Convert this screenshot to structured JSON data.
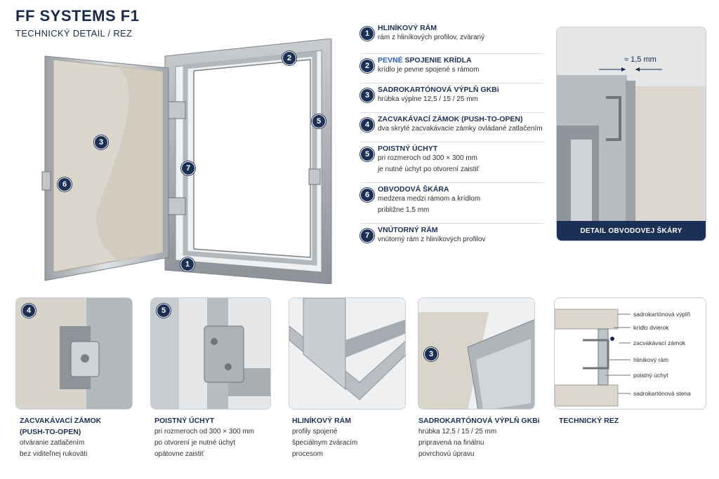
{
  "header": {
    "brand": "FF SYSTEMS",
    "model": "F1",
    "subtitle": "TECHNICKÝ DETAIL / REZ"
  },
  "legend": [
    {
      "num": "1",
      "title": "HLINÍKOVÝ RÁM",
      "title_accent": "",
      "desc": [
        "rám z hliníkových profilov, zváraný"
      ]
    },
    {
      "num": "2",
      "title": "SPOJENIE KRÍDLA",
      "title_accent": "PEVNÉ",
      "desc": [
        "krídlo je pevne spojené s rámom"
      ]
    },
    {
      "num": "3",
      "title": "SADROKARTÓNOVÁ VÝPLŇ GKBi",
      "title_accent": "",
      "desc": [
        "hrúbka výplne 12,5 / 15 / 25 mm"
      ]
    },
    {
      "num": "4",
      "title": "ZACVAKÁVACÍ ZÁMOK (PUSH-TO-OPEN)",
      "title_accent": "",
      "desc": [
        "dva skryté zacvakávacie zámky ovládané zatlačením"
      ]
    },
    {
      "num": "5",
      "title": "POISTNÝ ÚCHYT",
      "title_accent": "",
      "desc": [
        "pri rozmeroch od 300 × 300 mm",
        "je nutné úchyt po otvorení zaistiť"
      ]
    },
    {
      "num": "6",
      "title": "OBVODOVÁ ŠKÁRA",
      "title_accent": "",
      "desc": [
        "medzera medzi rámom a krídlom",
        "približne 1,5 mm"
      ]
    },
    {
      "num": "7",
      "title": "VNÚTORNÝ RÁM",
      "title_accent": "",
      "desc": [
        "vnútorný rám z hliníkových profilov"
      ]
    }
  ],
  "hero_badges": [
    "1",
    "2",
    "3",
    "5",
    "6",
    "7"
  ],
  "detail": {
    "gap_label": "≈ 1,5 mm",
    "caption": "DETAIL OBVODOVEJ ŠKÁRY"
  },
  "panels": [
    {
      "num": "4",
      "title": [
        "ZACVAKÁVACÍ ZÁMOK",
        "(PUSH-TO-OPEN)"
      ],
      "desc": [
        "otváranie zatlačením",
        "bez viditeľnej rukoväti"
      ]
    },
    {
      "num": "5",
      "title": [
        "POISTNÝ ÚCHYT"
      ],
      "desc": [
        "pri rozmeroch od 300 × 300 mm",
        "po otvorení je nutné úchyt",
        "opätovne zaistiť"
      ]
    },
    {
      "num": "",
      "title": [
        "HLINÍKOVÝ RÁM"
      ],
      "desc": [
        "profily spojené",
        "špeciálnym zváracím",
        "procesom"
      ]
    },
    {
      "num": "3",
      "title": [
        "SADROKARTÓNOVÁ VÝPLŇ GKBi"
      ],
      "desc": [
        "hrúbka 12,5 / 15 / 25 mm",
        "pripravená na finálnu",
        "povrchovú úpravu"
      ]
    },
    {
      "num": "",
      "title": [
        "TECHNICKÝ REZ"
      ],
      "desc": []
    }
  ],
  "section_labels": [
    "sadrokartónová výplň",
    "krídlo dvierok",
    "zacvakávací zámok",
    "hliníkový rám",
    "poistný úchyt",
    "sadrokartónová stena"
  ],
  "colors": {
    "navy": "#1c2f55",
    "accent_blue": "#2a5dbf",
    "gypsum": "#d9d5cc",
    "aluminium": "#b9bec4"
  }
}
